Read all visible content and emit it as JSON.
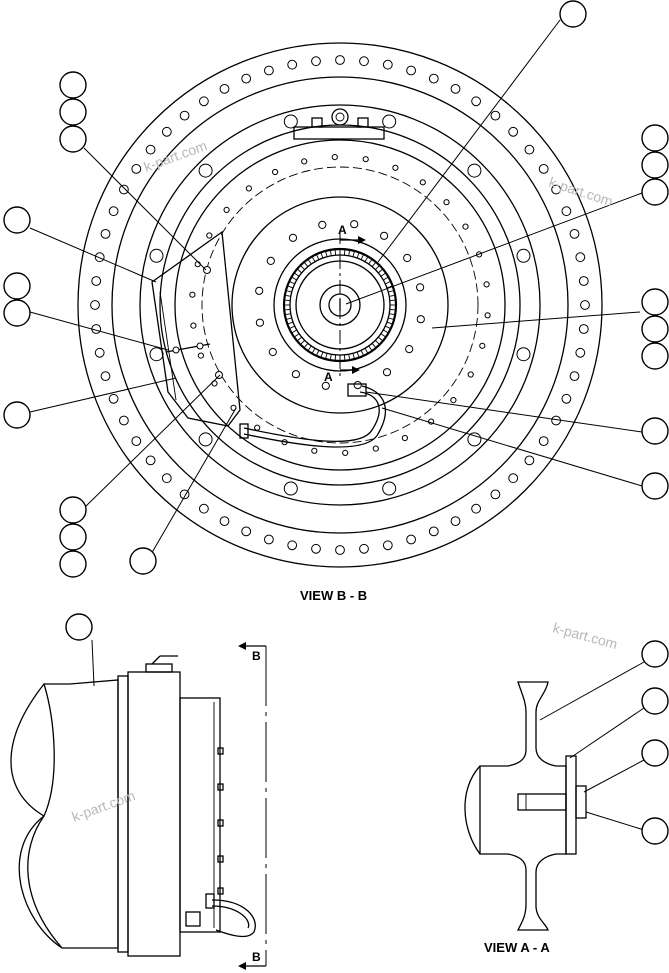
{
  "captions": {
    "view_b": "VIEW B - B",
    "view_a": "VIEW A - A"
  },
  "section_marks": {
    "a_upper": "A",
    "a_lower": "A",
    "b_upper": "B",
    "b_lower": "B"
  },
  "watermark": "k-part.com"
}
